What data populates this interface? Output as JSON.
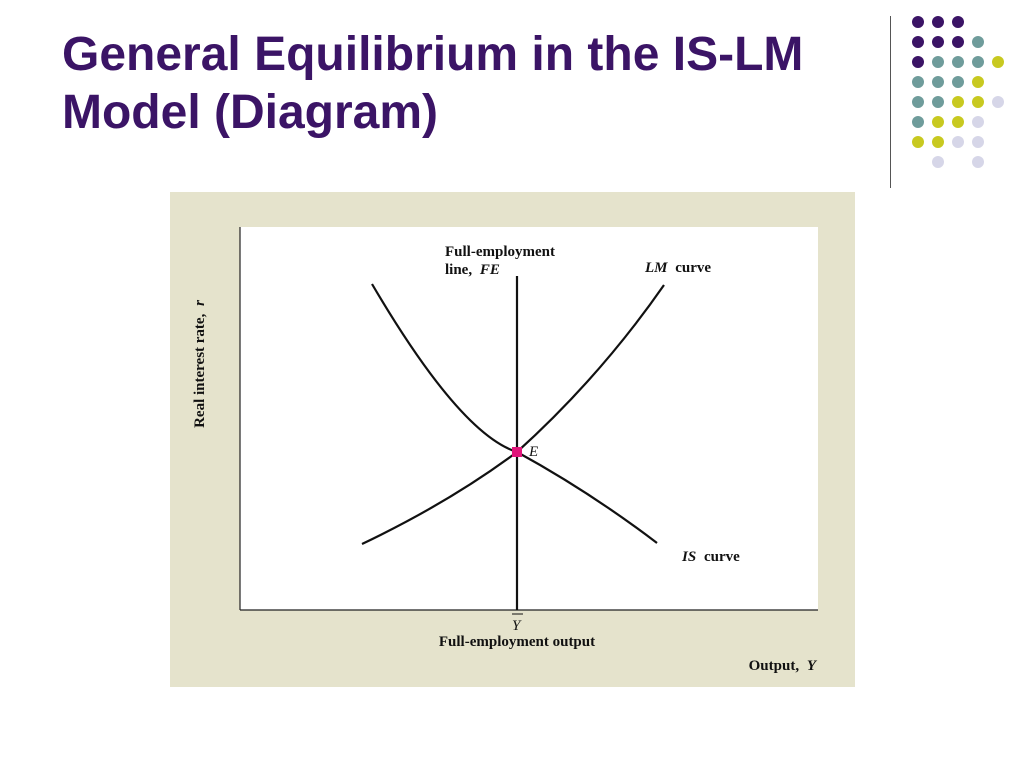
{
  "slide": {
    "title": "General Equilibrium in the IS-LM Model (Diagram)"
  },
  "diagram": {
    "y_axis_label": "Real interest rate,",
    "y_axis_var": "r",
    "x_axis_label": "Output,",
    "x_axis_var": "Y",
    "fe_label_line1": "Full-employment",
    "fe_label_line2": "line,",
    "fe_label_var": "FE",
    "lm_label_var": "LM",
    "lm_label_text": "curve",
    "is_label_var": "IS",
    "is_label_text": "curve",
    "equilibrium_label": "E",
    "ybar_label": "Y",
    "ybar_caption": "Full-employment output",
    "equilibrium_color": "#e0157a"
  },
  "decoration": {
    "dot_colors": {
      "purple": "#3b1466",
      "teal": "#6f9c9b",
      "olive": "#c8c920",
      "lavender": "#d6d6e8"
    }
  }
}
